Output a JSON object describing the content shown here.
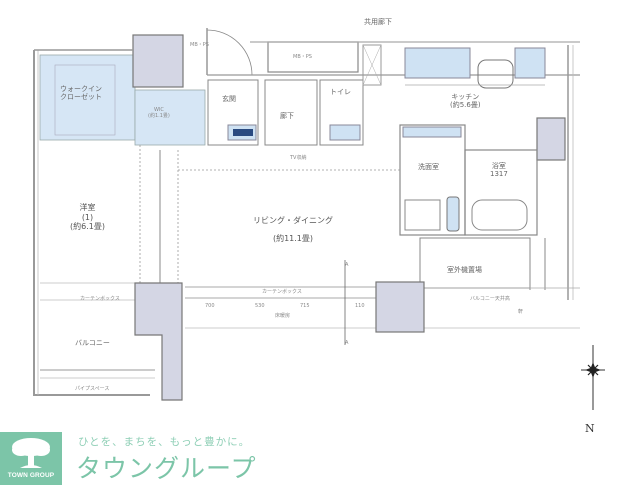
{
  "floor_plan": {
    "top_label": "共用廊下",
    "rooms": {
      "walk_in_closet": {
        "name": "ウォークイン",
        "name2": "クローゼット"
      },
      "wic": {
        "name": "WIC",
        "size": "(約1.1畳)"
      },
      "mb_ps": "MB・PS",
      "mb_ps_2": "MB・PS",
      "entrance": "玄関",
      "corridor": "廊下",
      "toilet": "トイレ",
      "kitchen": {
        "name": "キッチン",
        "size": "(約5.6畳)"
      },
      "western_room": {
        "name": "洋室",
        "number": "(1)",
        "size": "(約6.1畳)"
      },
      "living_dining": {
        "name": "リビング・ダイニング",
        "size": "(約11.1畳)"
      },
      "washroom": "洗面室",
      "bathroom": {
        "name": "浴室",
        "size": "1317"
      },
      "outdoor_unit": "室外機置場",
      "balcony": "バルコニー",
      "curtain_box": "カーテンボックス",
      "curtain_box_2": "カーテンボックス",
      "floor_heating": "床暖房",
      "tv_storage": "TV収納",
      "pipe_space": "パイプスペース",
      "section_mark": "A",
      "slab_level": "バルコニー天井高",
      "eaves": "軒",
      "dimension_1": "700",
      "dimension_2": "530",
      "dimension_3": "715",
      "dimension_4": "110"
    },
    "compass": {
      "north_label": "N"
    },
    "colors": {
      "wall": "#8a8a8a",
      "closet_fill": "#d6e6f5",
      "column_fill": "#d4d6e4",
      "wet_fill": "#cfe2f3"
    }
  },
  "branding": {
    "logo_caption": "TOWN GROUP",
    "tagline": "ひとを、まちを、もっと豊かに。",
    "brand_name": "タウングループ",
    "brand_color": "#7cc5a8"
  }
}
